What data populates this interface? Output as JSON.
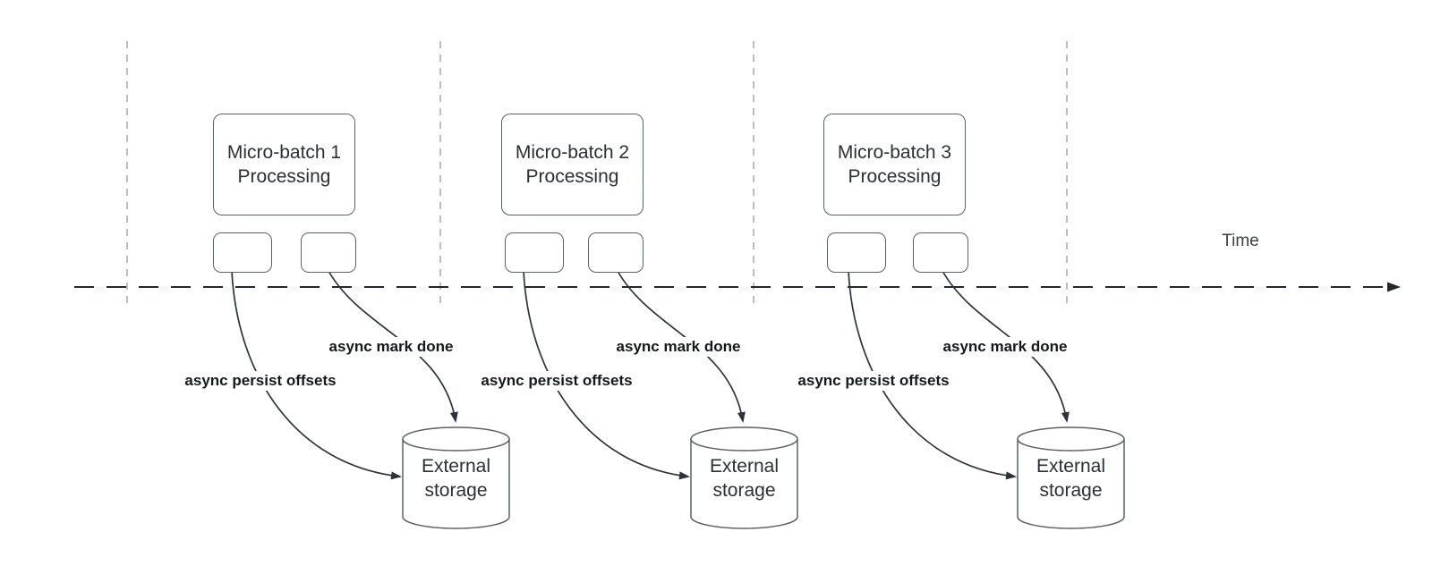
{
  "diagram": {
    "time_axis_label": "Time",
    "groups": [
      {
        "title": "Micro-batch 1\nProcessing",
        "persist_label": "async persist offsets",
        "done_label": "async mark done",
        "storage_label": "External\nstorage"
      },
      {
        "title": "Micro-batch 2\nProcessing",
        "persist_label": "async persist offsets",
        "done_label": "async mark done",
        "storage_label": "External\nstorage"
      },
      {
        "title": "Micro-batch 3\nProcessing",
        "persist_label": "async persist offsets",
        "done_label": "async mark done",
        "storage_label": "External\nstorage"
      }
    ],
    "colors": {
      "arrow_stroke": "#2c323a",
      "timeline_stroke": "#22262d",
      "shape_border": "#5a6066",
      "guide_line": "#a9a9ad",
      "shape_text": "#2b2f36",
      "label_text": "#15181d"
    }
  }
}
